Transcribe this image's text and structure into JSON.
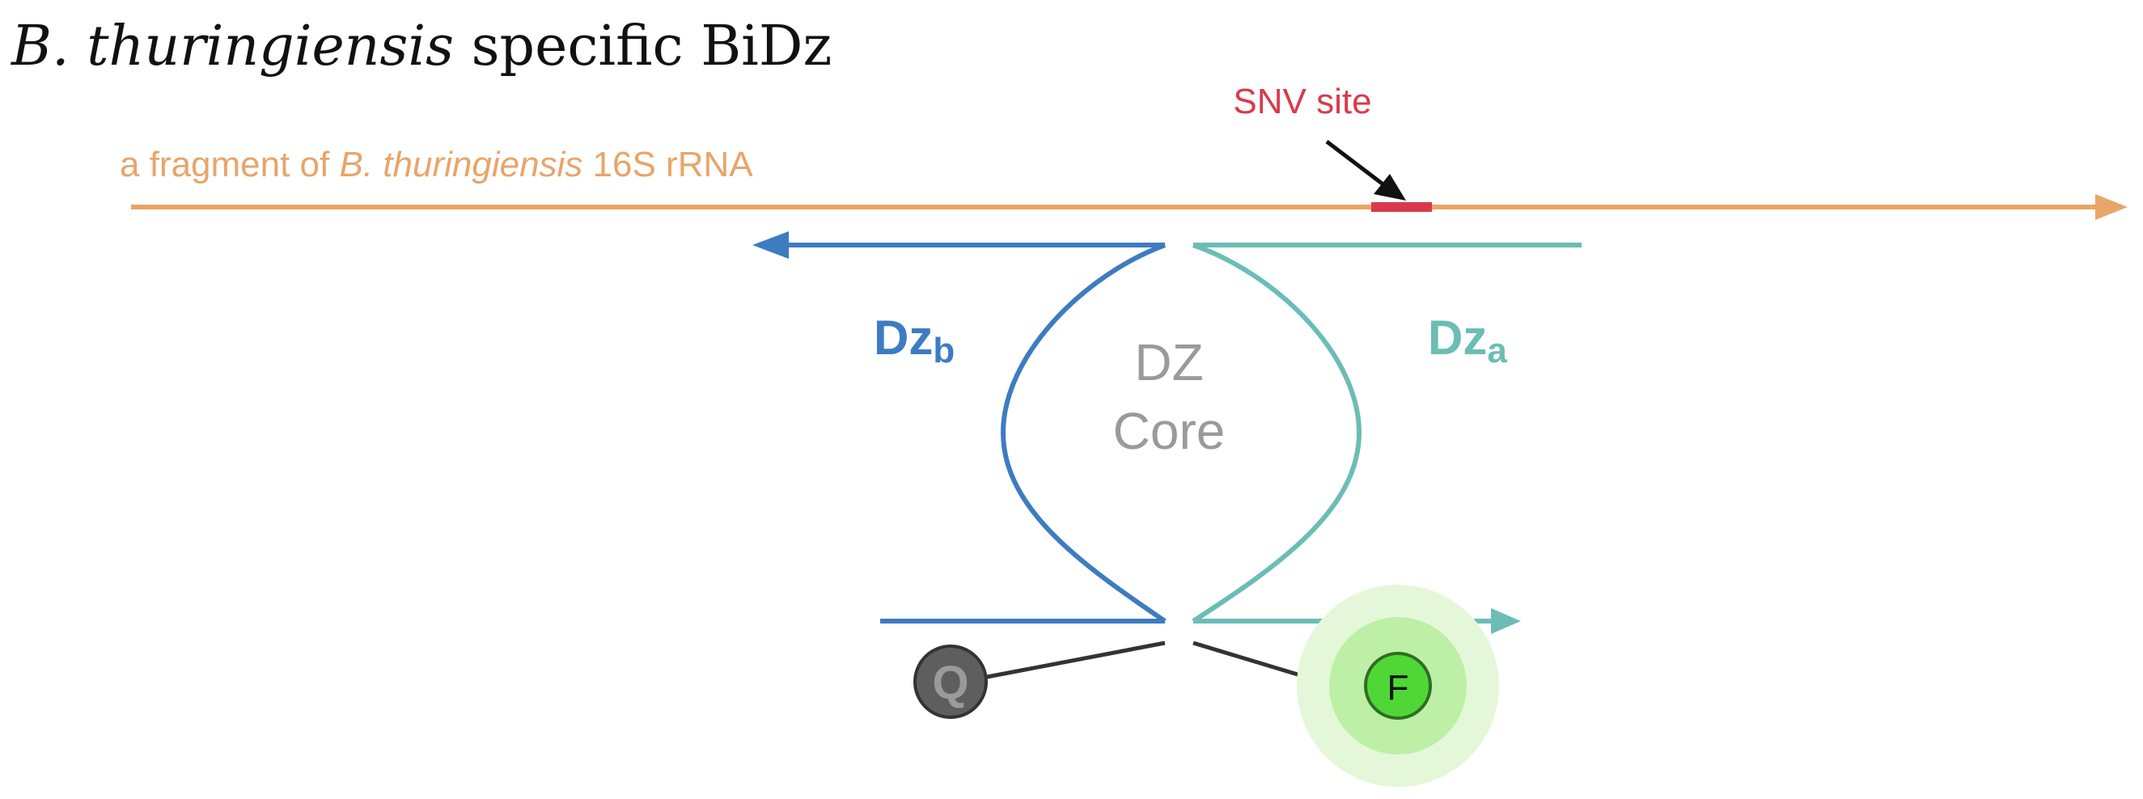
{
  "title": {
    "species": "B. thuringiensis",
    "rest": " specific BiDz"
  },
  "rna": {
    "label_prefix": "a fragment of ",
    "label_species": "B. thuringiensis",
    "label_suffix": " 16S rRNA",
    "color": "#E8A56A"
  },
  "snv": {
    "label": "SNV site",
    "color": "#D93A4A"
  },
  "dz_b": {
    "label_main": "Dz",
    "label_sub": "b",
    "color": "#3D7CC1"
  },
  "dz_a": {
    "label_main": "Dz",
    "label_sub": "a",
    "color": "#6BBDB5"
  },
  "core": {
    "line1": "DZ",
    "line2": "Core",
    "color": "#9A9A9A"
  },
  "quencher": {
    "label": "Q",
    "color": "#5E5E5E"
  },
  "fluorophore": {
    "label": "F",
    "color": "#4FD835",
    "glow": "#BDF0A6"
  }
}
